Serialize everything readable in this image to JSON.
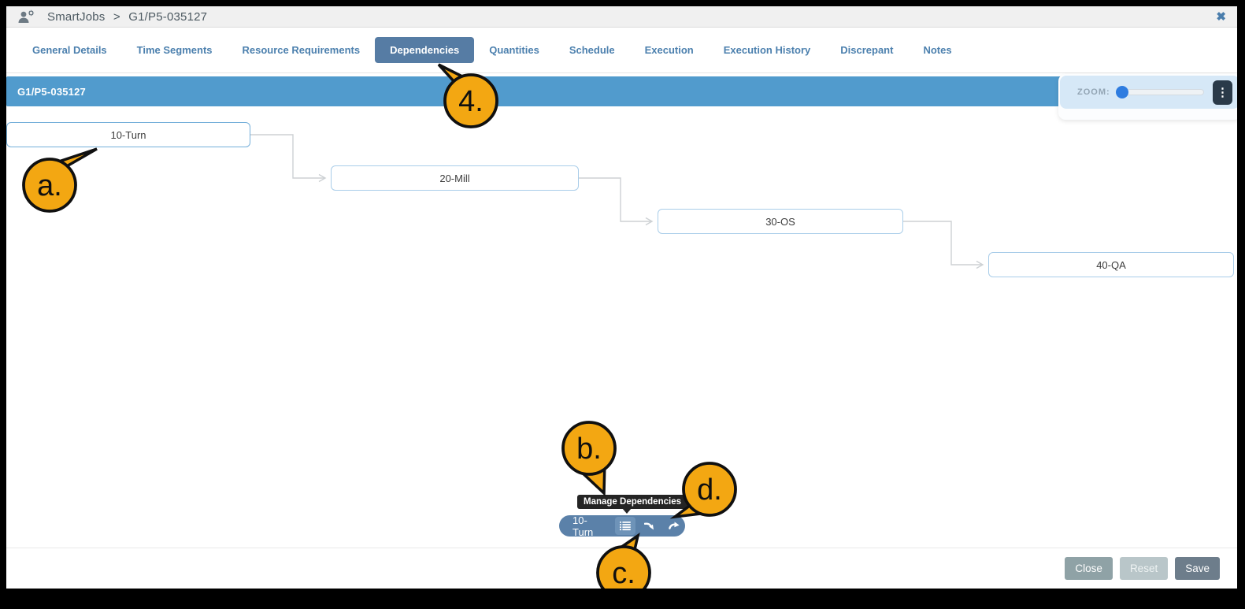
{
  "topbar": {
    "app_name": "SmartJobs",
    "separator": ">",
    "record_id": "G1/P5-035127",
    "close_icon": "✖"
  },
  "tabs": {
    "items": [
      {
        "label": "General Details",
        "active": false
      },
      {
        "label": "Time Segments",
        "active": false
      },
      {
        "label": "Resource Requirements",
        "active": false
      },
      {
        "label": "Dependencies",
        "active": true
      },
      {
        "label": "Quantities",
        "active": false
      },
      {
        "label": "Schedule",
        "active": false
      },
      {
        "label": "Execution",
        "active": false
      },
      {
        "label": "Execution History",
        "active": false
      },
      {
        "label": "Discrepant",
        "active": false
      },
      {
        "label": "Notes",
        "active": false
      }
    ]
  },
  "diagram_header": {
    "title": "G1/P5-035127",
    "zoom_label": "ZOOM:",
    "menu_icon": "kebab-vertical-icon",
    "kebab_glyph": "⋮"
  },
  "diagram": {
    "nodes": [
      {
        "label": "10-Turn"
      },
      {
        "label": "20-Mill"
      },
      {
        "label": "30-OS"
      },
      {
        "label": "40-QA"
      }
    ]
  },
  "node_toolbar": {
    "label": "10-Turn",
    "tooltip": "Manage Dependencies",
    "icons": [
      "list-icon",
      "curved-arrow-down-icon",
      "curved-arrow-up-icon"
    ]
  },
  "annotations": {
    "items": [
      {
        "label": "4."
      },
      {
        "label": "a."
      },
      {
        "label": "b."
      },
      {
        "label": "c."
      },
      {
        "label": "d."
      }
    ]
  },
  "footer": {
    "close_label": "Close",
    "reset_label": "Reset",
    "save_label": "Save"
  },
  "colors": {
    "accent_bar": "#519bcd",
    "active_tab": "#567ca4",
    "tab_text": "#4c80ae",
    "callout_fill": "#f3a712",
    "pill": "#5b81a9",
    "tooltip_bg": "#242424",
    "close_button": "#8fa2a6",
    "reset_button": "#b9c6c9",
    "save_button": "#6d7d8b",
    "slider_thumb": "#2e7ce0"
  }
}
